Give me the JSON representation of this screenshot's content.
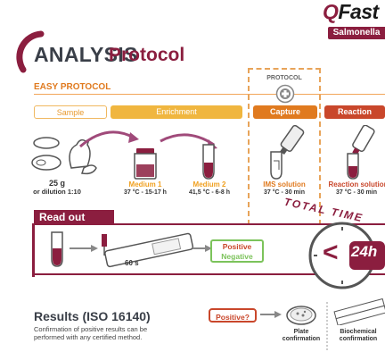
{
  "logo": {
    "word_q": "Q",
    "word_rest": "Fast",
    "sub": "Salmonella"
  },
  "title": {
    "part1": "ANALYSIS",
    "part2": "Protocol"
  },
  "easy_protocol": "EASY PROTOCOL",
  "protocol_badge": "PROTOCOL",
  "steps": {
    "sample": "Sample",
    "enrichment": "Enrichment",
    "capture": "Capture",
    "reaction": "Reaction"
  },
  "sample_info": {
    "amount": "25 g",
    "detail": "or dilution 1:10"
  },
  "medium1": {
    "name": "Medium 1",
    "cond": "37 °C - 15-17 h"
  },
  "medium2": {
    "name": "Medium 2",
    "cond": "41,5 °C - 6-8 h"
  },
  "ims": {
    "name": "IMS solution",
    "cond": "37 °C - 30 min"
  },
  "reaction_sol": {
    "name": "Reaction solution",
    "cond": "37 °C - 30 min"
  },
  "readout": {
    "label": "Read out",
    "time": "60 s",
    "positive": "Positive",
    "negative": "Negative"
  },
  "total_time": {
    "label": "TOTAL TIME",
    "symbol": "<",
    "hours": "24h"
  },
  "results": {
    "title": "Results (ISO 16140)",
    "text": "Confirmation of positive results can be performed with any certified method.",
    "positive_q": "Positive?",
    "plate": "Plate confirmation",
    "biochem": "Biochemical confirmation"
  },
  "colors": {
    "brand": "#8b1e3f",
    "orange": "#e07a1f",
    "yellow": "#f0b63f",
    "green": "#7cc35b"
  }
}
